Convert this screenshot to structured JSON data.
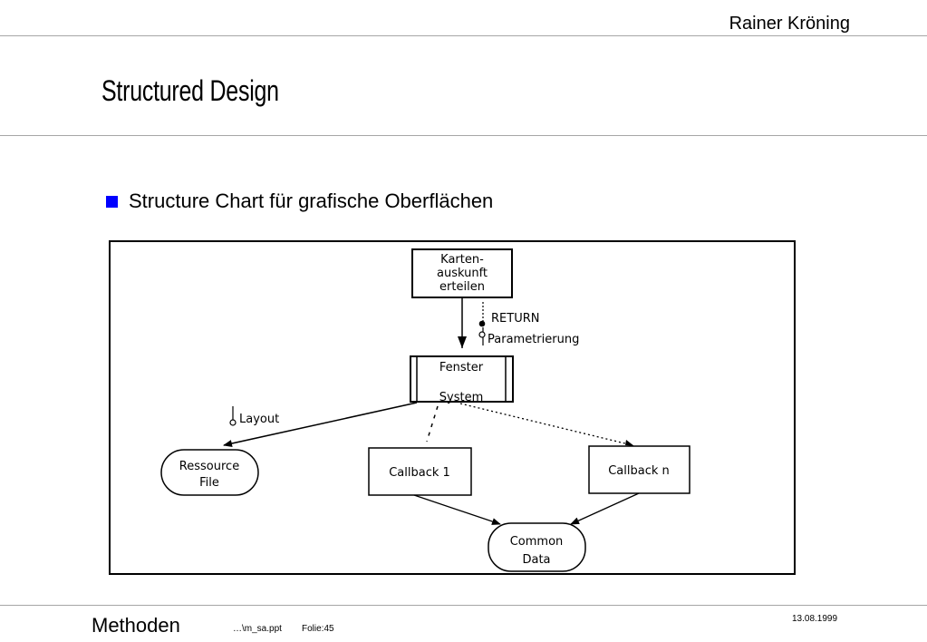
{
  "header": {
    "author": "Rainer Kröning",
    "title": "Structured Design"
  },
  "bullet": {
    "text": "Structure Chart für grafische Oberflächen",
    "color": "#0000ff"
  },
  "diagram": {
    "top_module": [
      "Karten-",
      "auskunft",
      "erteilen"
    ],
    "couple_return": "RETURN",
    "couple_param": "Parametrierung",
    "window_module": [
      "Fenster",
      "System"
    ],
    "couple_layout": "Layout",
    "resource_file": [
      "Ressource",
      "File"
    ],
    "callback_1": "Callback 1",
    "callback_n": "Callback n",
    "common_data": [
      "Common",
      "Data"
    ]
  },
  "footer": {
    "section": "Methoden",
    "file": "…\\m_sa.ppt",
    "folie": "Folie:45",
    "date": "13.08.1999"
  }
}
